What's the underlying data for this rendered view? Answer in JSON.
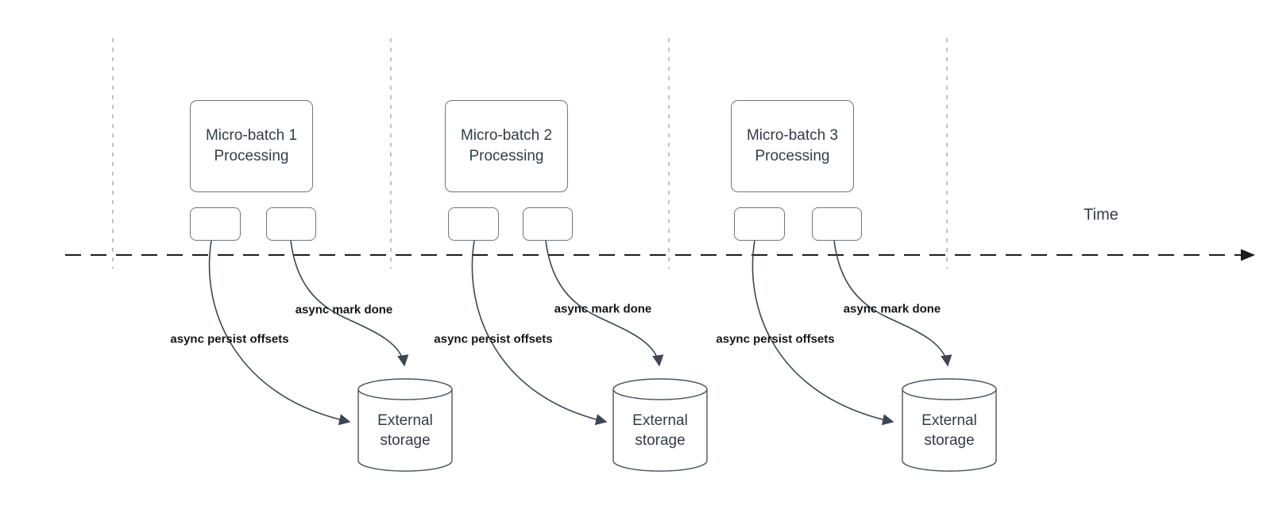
{
  "timeline": {
    "label": "Time"
  },
  "groups": [
    {
      "id": "micro-batch-1",
      "box_line1": "Micro-batch 1",
      "box_line2": "Processing",
      "persist_label": "async persist offsets",
      "mark_done_label": "async mark done",
      "storage_line1": "External",
      "storage_line2": "storage"
    },
    {
      "id": "micro-batch-2",
      "box_line1": "Micro-batch 2",
      "box_line2": "Processing",
      "persist_label": "async persist offsets",
      "mark_done_label": "async mark done",
      "storage_line1": "External",
      "storage_line2": "storage"
    },
    {
      "id": "micro-batch-3",
      "box_line1": "Micro-batch 3",
      "box_line2": "Processing",
      "persist_label": "async persist offsets",
      "mark_done_label": "async mark done",
      "storage_line1": "External",
      "storage_line2": "storage"
    }
  ],
  "colors": {
    "curve_stroke": "#3e4653",
    "timeline_stroke": "#1c1c1c",
    "guide_stroke": "#b2b2b2",
    "box_border": "#70757f",
    "cylinder_stroke": "#4d5461",
    "shape_text": "#333c49",
    "edge_label_text": "#141414",
    "background": "#ffffff"
  }
}
